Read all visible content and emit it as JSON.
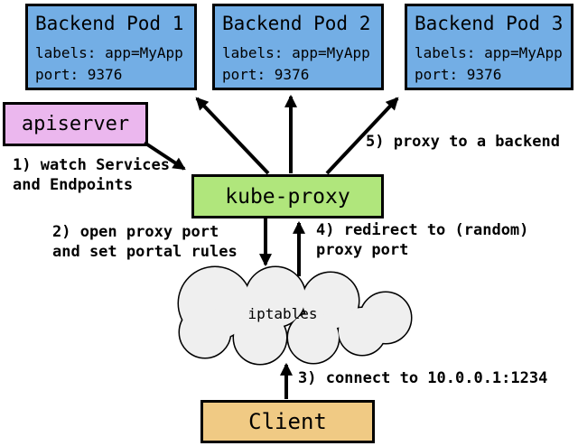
{
  "colors": {
    "pod_fill": "#73AEE5",
    "apiserver_fill": "#EBB7EE",
    "kube_proxy_fill": "#B0E67C",
    "cloud_fill": "#EFEFEF",
    "client_fill": "#F0CA84",
    "line": "#000000"
  },
  "pods": [
    {
      "title": "Backend Pod 1",
      "labels": "labels: app=MyApp",
      "port": "port: 9376"
    },
    {
      "title": "Backend Pod 2",
      "labels": "labels: app=MyApp",
      "port": "port: 9376"
    },
    {
      "title": "Backend Pod 3",
      "labels": "labels: app=MyApp",
      "port": "port: 9376"
    }
  ],
  "nodes": {
    "apiserver": "apiserver",
    "kube_proxy": "kube-proxy",
    "iptables": "iptables",
    "client": "Client"
  },
  "steps": {
    "s1": "1) watch Services\nand Endpoints",
    "s2": "2) open proxy port\nand set portal rules",
    "s3": "3) connect to 10.0.0.1:1234",
    "s4": "4) redirect to (random)\nproxy port",
    "s5": "5) proxy to a backend"
  }
}
